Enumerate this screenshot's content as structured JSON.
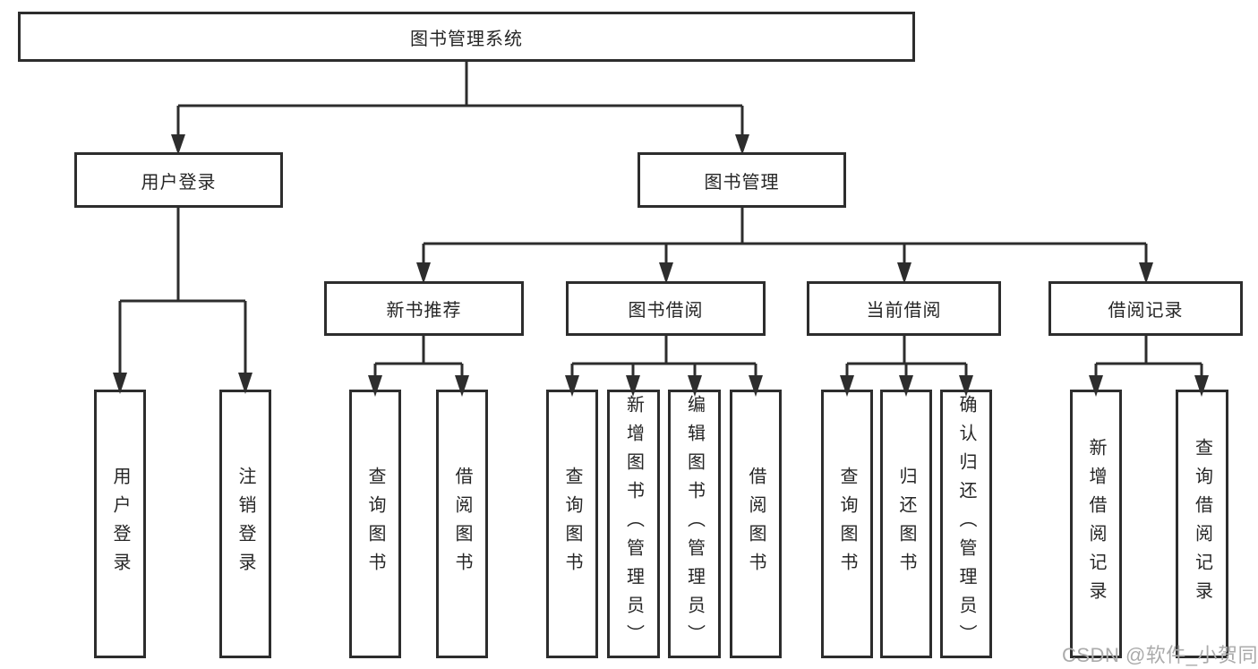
{
  "nodes": {
    "root": "图书管理系统",
    "level2": [
      {
        "label": "用户登录"
      },
      {
        "label": "图书管理"
      }
    ],
    "level3": [
      {
        "label": "新书推荐"
      },
      {
        "label": "图书借阅"
      },
      {
        "label": "当前借阅"
      },
      {
        "label": "借阅记录"
      }
    ],
    "leaves_user": [
      "用户登录",
      "注销登录"
    ],
    "leaves_newbook": [
      "查询图书",
      "借阅图书"
    ],
    "leaves_borrow": [
      "查询图书",
      "新增图书（管理员）",
      "编辑图书（管理员）",
      "借阅图书"
    ],
    "leaves_current": [
      "查询图书",
      "归还图书",
      "确认归还（管理员）"
    ],
    "leaves_record": [
      "新增借阅记录",
      "查询借阅记录"
    ]
  },
  "watermark": "CSDN @软件_小贺同学",
  "colors": {
    "line": "#2d2d2d",
    "text": "#262626",
    "watermark": "#ababab",
    "background": "#ffffff"
  }
}
